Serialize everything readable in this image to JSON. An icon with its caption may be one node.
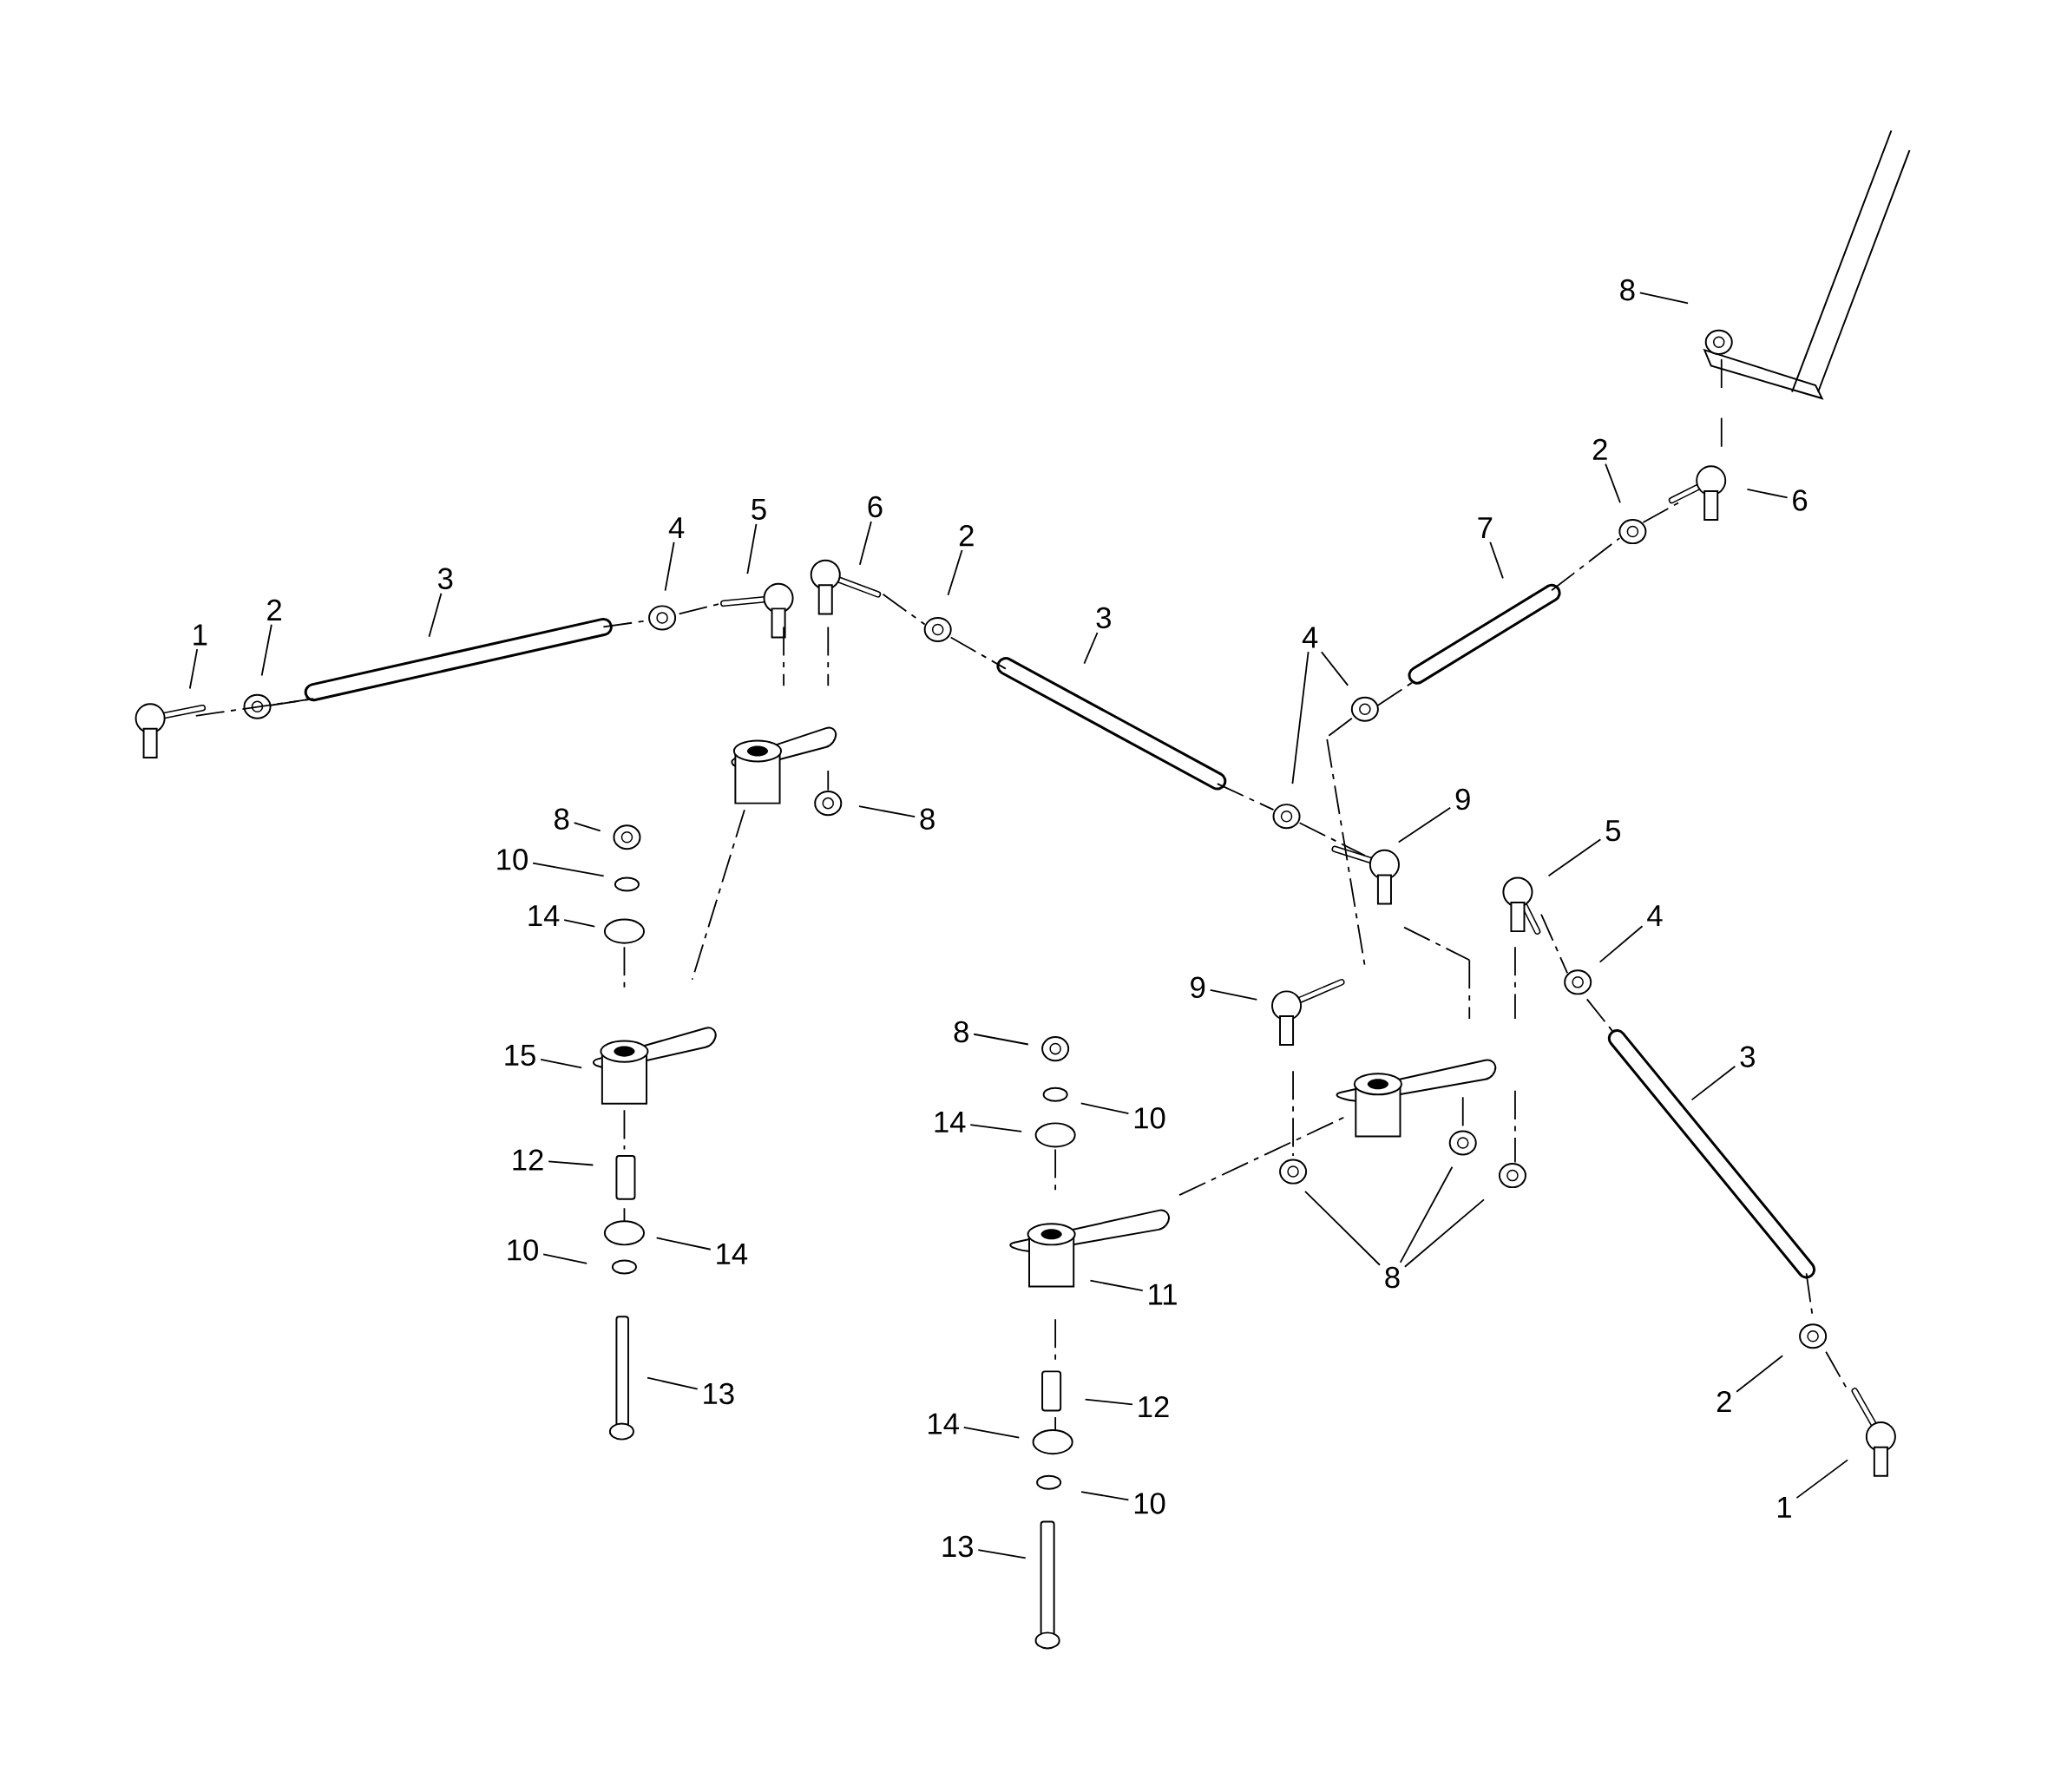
{
  "diagram": {
    "nodes": [
      {
        "text": [
          "1"
        ]
      },
      {
        "text": [
          "2"
        ]
      },
      {
        "text": [
          "3"
        ]
      },
      {
        "text": [
          "4"
        ]
      },
      {
        "text": [
          "5"
        ]
      },
      {
        "text": [
          "6"
        ]
      },
      {
        "text": [
          "2"
        ]
      },
      {
        "text": [
          "3"
        ]
      },
      {
        "text": [
          "7"
        ]
      },
      {
        "text": [
          "2"
        ]
      },
      {
        "text": [
          "6"
        ]
      },
      {
        "text": [
          "8"
        ]
      },
      {
        "text": [
          "4"
        ]
      },
      {
        "text": [
          "9"
        ]
      },
      {
        "text": [
          "8"
        ]
      },
      {
        "text": [
          "8"
        ]
      },
      {
        "text": [
          "10"
        ]
      },
      {
        "text": [
          "14"
        ]
      },
      {
        "text": [
          "15"
        ]
      },
      {
        "text": [
          "12"
        ]
      },
      {
        "text": [
          "10"
        ]
      },
      {
        "text": [
          "14"
        ]
      },
      {
        "text": [
          "13"
        ]
      },
      {
        "text": [
          "5"
        ]
      },
      {
        "text": [
          "4"
        ]
      },
      {
        "text": [
          "3"
        ]
      },
      {
        "text": [
          "9"
        ]
      },
      {
        "text": [
          "8"
        ]
      },
      {
        "text": [
          "10"
        ]
      },
      {
        "text": [
          "14"
        ]
      },
      {
        "text": [
          "8"
        ]
      },
      {
        "text": [
          "11"
        ]
      },
      {
        "text": [
          "12"
        ]
      },
      {
        "text": [
          "14"
        ]
      },
      {
        "text": [
          "10"
        ]
      },
      {
        "text": [
          "13"
        ]
      },
      {
        "text": [
          "2"
        ]
      },
      {
        "text": [
          "1"
        ]
      }
    ],
    "edges": [
      {
        "from": 0,
        "to": null,
        "arrow": "none"
      },
      {
        "from": 1,
        "to": null,
        "arrow": "none"
      },
      {
        "from": 2,
        "to": null,
        "arrow": "none"
      },
      {
        "from": 3,
        "to": null,
        "arrow": "none"
      },
      {
        "from": 4,
        "to": null,
        "arrow": "none"
      },
      {
        "from": 5,
        "to": null,
        "arrow": "none"
      },
      {
        "from": 6,
        "to": null,
        "arrow": "none"
      },
      {
        "from": 7,
        "to": null,
        "arrow": "none"
      },
      {
        "from": 8,
        "to": null,
        "arrow": "none"
      },
      {
        "from": 9,
        "to": null,
        "arrow": "none"
      },
      {
        "from": 10,
        "to": null,
        "arrow": "none"
      },
      {
        "from": 11,
        "to": null,
        "arrow": "none"
      },
      {
        "from": 12,
        "to": null,
        "arrow": "none"
      },
      {
        "from": 12,
        "to": null,
        "arrow": "none"
      },
      {
        "from": 13,
        "to": null,
        "arrow": "none"
      },
      {
        "from": 14,
        "to": null,
        "arrow": "none"
      },
      {
        "from": 15,
        "to": null,
        "arrow": "none"
      },
      {
        "from": 16,
        "to": null,
        "arrow": "none"
      },
      {
        "from": 17,
        "to": null,
        "arrow": "none"
      },
      {
        "from": 18,
        "to": null,
        "arrow": "none"
      },
      {
        "from": 19,
        "to": null,
        "arrow": "none"
      },
      {
        "from": 20,
        "to": null,
        "arrow": "none"
      },
      {
        "from": 21,
        "to": null,
        "arrow": "none"
      },
      {
        "from": 22,
        "to": null,
        "arrow": "none"
      },
      {
        "from": 23,
        "to": null,
        "arrow": "none"
      },
      {
        "from": 24,
        "to": null,
        "arrow": "none"
      },
      {
        "from": 25,
        "to": null,
        "arrow": "none"
      },
      {
        "from": 26,
        "to": null,
        "arrow": "none"
      },
      {
        "from": 27,
        "to": null,
        "arrow": "none"
      },
      {
        "from": 28,
        "to": null,
        "arrow": "none"
      },
      {
        "from": 29,
        "to": null,
        "arrow": "none"
      },
      {
        "from": 30,
        "to": null,
        "arrow": "none"
      },
      {
        "from": 30,
        "to": null,
        "arrow": "none"
      },
      {
        "from": 30,
        "to": null,
        "arrow": "none"
      },
      {
        "from": 31,
        "to": null,
        "arrow": "none"
      },
      {
        "from": 32,
        "to": null,
        "arrow": "none"
      },
      {
        "from": 33,
        "to": null,
        "arrow": "none"
      },
      {
        "from": 34,
        "to": null,
        "arrow": "none"
      },
      {
        "from": 35,
        "to": null,
        "arrow": "none"
      },
      {
        "from": 36,
        "to": null,
        "arrow": "none"
      },
      {
        "from": 37,
        "to": null,
        "arrow": "none"
      }
    ]
  }
}
